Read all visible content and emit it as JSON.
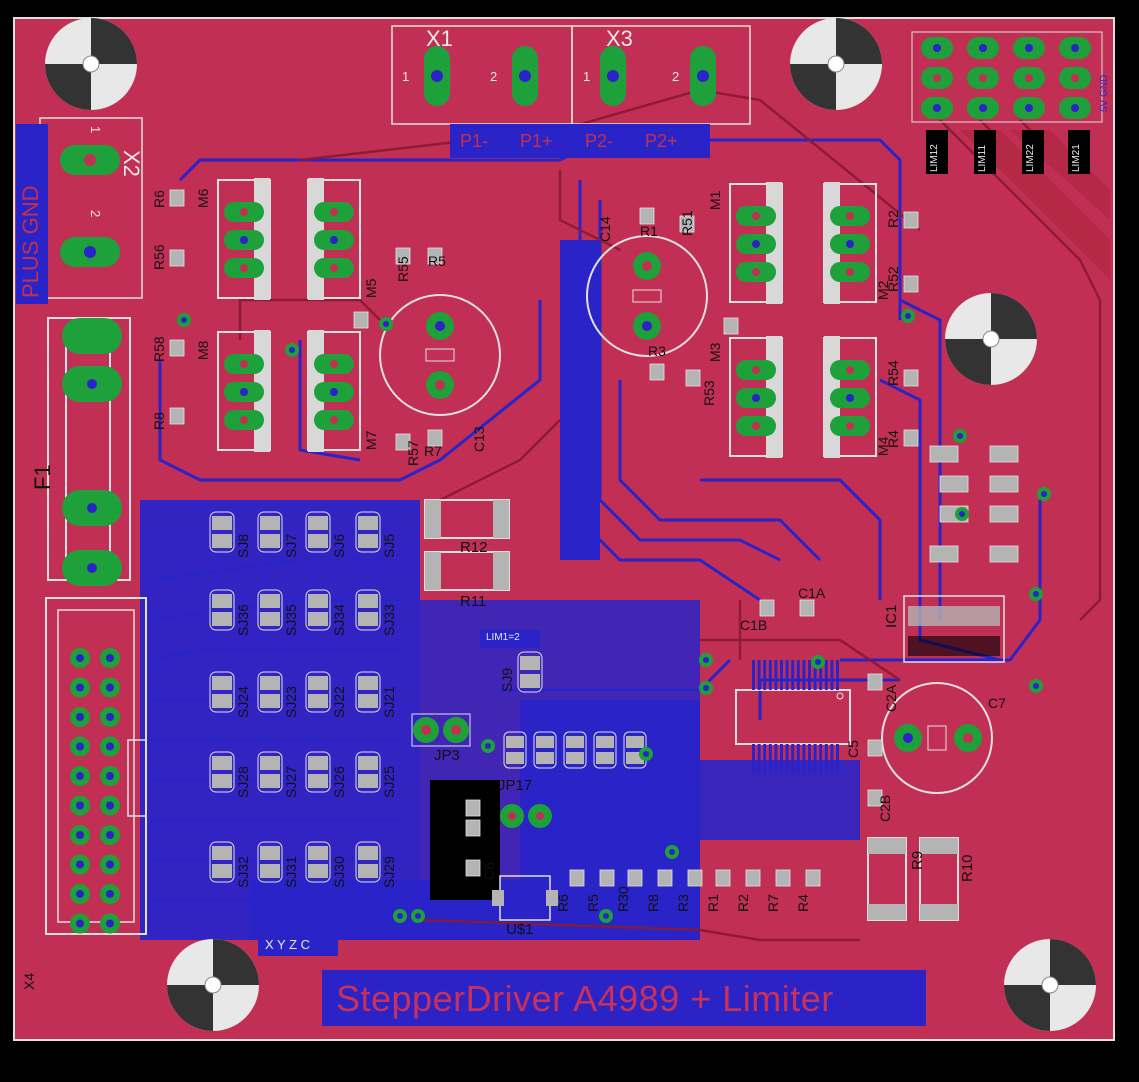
{
  "board": {
    "title": "StepperDriver A4989 + Limiter",
    "colors": {
      "background": "#000000",
      "board": "#c22f55",
      "top_copper": "#c2304f",
      "bottom_copper": "#2a24c8",
      "pad": "#1ea03a",
      "via": "#2a24c8",
      "silkscreen": "#e6e6e6",
      "smd_pad": "#b4b4b4"
    }
  },
  "connectors": {
    "X1": {
      "ref": "X1",
      "pin1": "1",
      "pin2": "2"
    },
    "X3": {
      "ref": "X3",
      "pin1": "1",
      "pin2": "2"
    },
    "X2": {
      "ref": "X2",
      "pin1": "1",
      "pin2": "2",
      "label": "PLUS GND"
    },
    "X4": {
      "ref": "X4",
      "label": "X Y Z C"
    },
    "power_labels": [
      "P1-",
      "P1+",
      "P2-",
      "P2+"
    ]
  },
  "limit_header": {
    "labels": [
      "LIM12",
      "LIM11",
      "LIM22",
      "LIM21"
    ],
    "side": "5V GND"
  },
  "parts": {
    "F1": "F1",
    "mosfets": [
      "M1",
      "M2",
      "M3",
      "M4",
      "M5",
      "M6",
      "M7",
      "M8"
    ],
    "resistors_left": [
      "R6",
      "R56",
      "R55",
      "R5",
      "R58",
      "R8",
      "R57",
      "R7"
    ],
    "resistors_right": [
      "R1",
      "R51",
      "R2",
      "R52",
      "R3",
      "R53",
      "R54",
      "R4"
    ],
    "caps": [
      "C14",
      "C13",
      "C6",
      "C1A",
      "C1B",
      "C2A",
      "C2B",
      "C5",
      "C7"
    ],
    "big_res": [
      "R12",
      "R11",
      "R9",
      "R10"
    ],
    "ic": "IC1",
    "u1": "U$1",
    "jp3": "JP3",
    "jp17": "JP17",
    "sj_rows": [
      [
        "SJ8",
        "SJ7",
        "SJ6",
        "SJ5"
      ],
      [
        "SJ36",
        "SJ35",
        "SJ34",
        "SJ33"
      ],
      [
        "SJ24",
        "SJ23",
        "SJ22",
        "SJ21"
      ],
      [
        "SJ28",
        "SJ27",
        "SJ26",
        "SJ25"
      ],
      [
        "SJ32",
        "SJ31",
        "SJ30",
        "SJ29"
      ]
    ],
    "sj9": "SJ9",
    "lim_label": "LIM1=2",
    "bottom_res": [
      "R6",
      "R5",
      "R30",
      "R8",
      "R3",
      "R1",
      "R2",
      "R7",
      "R4"
    ]
  }
}
